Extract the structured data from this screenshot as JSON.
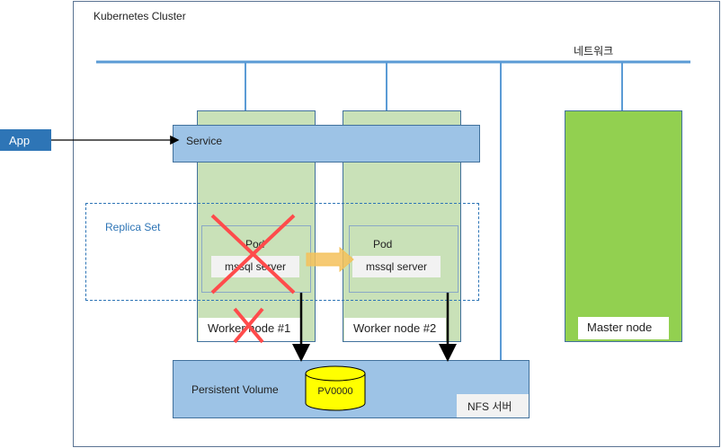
{
  "cluster": {
    "title": "Kubernetes Cluster"
  },
  "network": {
    "label": "네트워크"
  },
  "app": {
    "label": "App"
  },
  "service": {
    "label": "Service"
  },
  "replica_set": {
    "label": "Replica Set"
  },
  "nodes": [
    {
      "label": "Worker node #1",
      "pod_title": "Pod",
      "pod_app": "mssql server",
      "failed": true
    },
    {
      "label": "Worker node #2",
      "pod_title": "Pod",
      "pod_app": "mssql server",
      "failed": false
    }
  ],
  "master": {
    "label": "Master node"
  },
  "storage": {
    "label": "Persistent Volume",
    "volume": "PV0000",
    "server": "NFS 서버"
  },
  "colors": {
    "network": "#5b9bd5",
    "node": "#c9e1b8",
    "master": "#92d050",
    "service": "#9dc3e6",
    "app": "#2e75b6",
    "failure_cross": "#ff4b4b",
    "migration_arrow": "#f4c15a",
    "volume": "#ffff00"
  }
}
